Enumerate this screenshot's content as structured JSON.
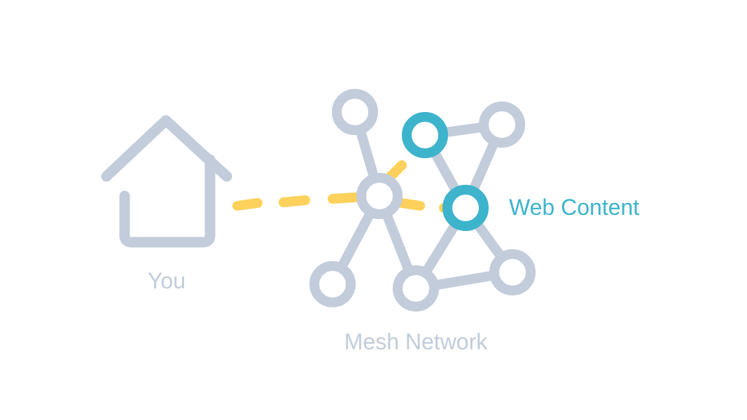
{
  "labels": {
    "you": "You",
    "mesh_network": "Mesh Network",
    "web_content": "Web Content"
  },
  "colors": {
    "background": "#ffffff",
    "network_gray": "#c2ccdb",
    "path_yellow": "#fdd15b",
    "accent_teal": "#3db3cc"
  }
}
